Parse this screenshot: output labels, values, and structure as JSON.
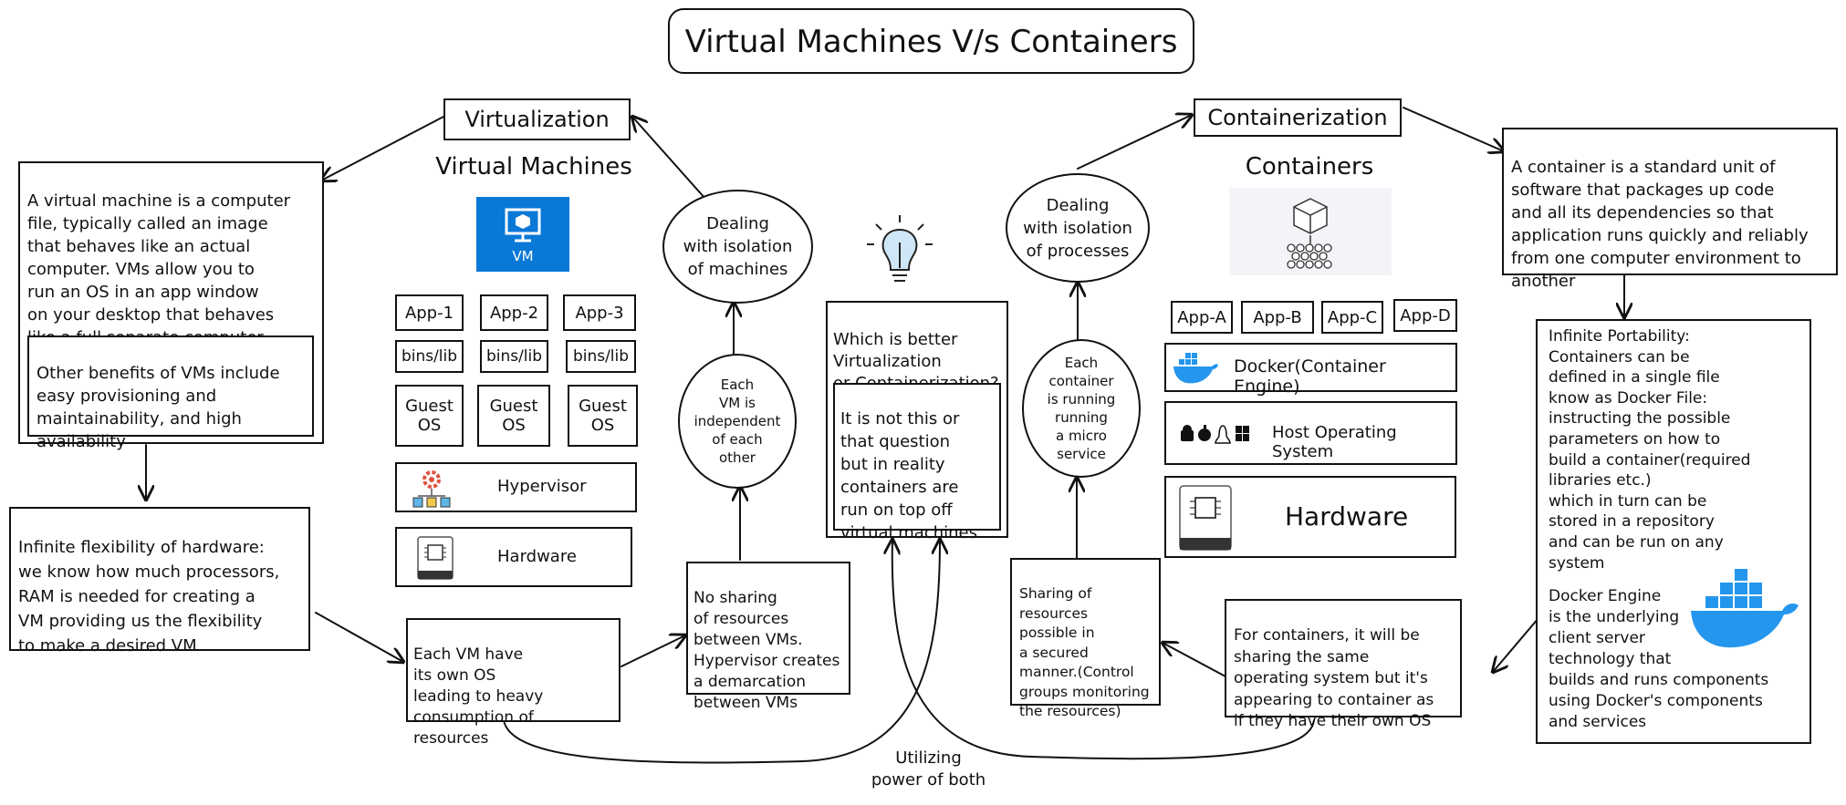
{
  "title": "Virtual Machines V/s Containers",
  "virtualization": {
    "label": "Virtualization",
    "heading": "Virtual Machines",
    "vm_icon_text": "VM",
    "definition": "A virtual machine is a computer\nfile, typically called an image\nthat behaves like an actual\ncomputer. VMs allow you to\nrun an OS in an app window\non your desktop that behaves\nlike a full separate computer",
    "benefits": "Other benefits of VMs include\neasy provisioning and\nmaintainability, and high\navailability",
    "flexibility": "Infinite flexibility of hardware:\nwe know how much processors,\nRAM is needed for creating a\nVM providing us the flexibility\nto make a desired VM",
    "apps": [
      "App-1",
      "App-2",
      "App-3"
    ],
    "bins": [
      "bins/lib",
      "bins/lib",
      "bins/lib"
    ],
    "guest_os": [
      "Guest\nOS",
      "Guest\nOS",
      "Guest\nOS"
    ],
    "hypervisor": "Hypervisor",
    "hardware": "Hardware",
    "own_os": "Each VM have\nits own OS\nleading to heavy\nconsumption of resources",
    "no_sharing": "No sharing\nof resources\nbetween VMs.\nHypervisor creates\na demarcation\nbetween VMs",
    "independent": "Each\nVM is\nindependent\nof each\nother",
    "isolation": "Dealing\nwith isolation\nof machines"
  },
  "center": {
    "question": "Which is better\nVirtualization\nor Containerization?",
    "answer": "It is not this or\nthat question\nbut in reality\ncontainers are\nrun on top off\nvirtual machines",
    "utilizing": "Utilizing\npower of both"
  },
  "containerization": {
    "label": "Containerization",
    "heading": "Containers",
    "definition": "A container is a standard unit of\nsoftware that packages up code\nand all its dependencies so that\napplication runs quickly and reliably\nfrom one computer environment to\nanother",
    "portability": "Infinite Portability:\nContainers can be\ndefined in a single file\nknow as Docker File:\ninstructing the possible\nparameters on how to\nbuild a container(required\nlibraries etc.)\nwhich in turn can be\nstored in a repository\nand can be run on any\nsystem",
    "docker_engine": "Docker Engine\nis the underlying\nclient server\ntechnology that\nbuilds and runs components\nusing Docker's components\nand services",
    "apps": [
      "App-A",
      "App-B",
      "App-C",
      "App-D"
    ],
    "docker": "Docker(Container Engine)",
    "host_os": "Host Operating System",
    "hardware": "Hardware",
    "sharing_os": "For containers, it will be\nsharing the same\noperating system but it's\nappearing to container as\nif they have their own OS",
    "sharing_resources": "Sharing of\nresources\npossible in\na secured\nmanner.(Control\ngroups monitoring\nthe resources)",
    "micro_service": "Each\ncontainer\nis running\nrunning\na micro\nservice",
    "isolation": "Dealing\nwith isolation\nof processes"
  },
  "icons": {
    "vm": "monitor-cube-icon",
    "bulb": "lightbulb-icon",
    "containers": "cube-stack-icon",
    "docker": "docker-whale-icon",
    "hypervisor": "gear-network-icon",
    "hardware": "chip-icon",
    "os": "os-logos-icon"
  },
  "colors": {
    "azure_blue": "#0a78d7",
    "docker_blue": "#2496ed",
    "ink": "#111111"
  }
}
